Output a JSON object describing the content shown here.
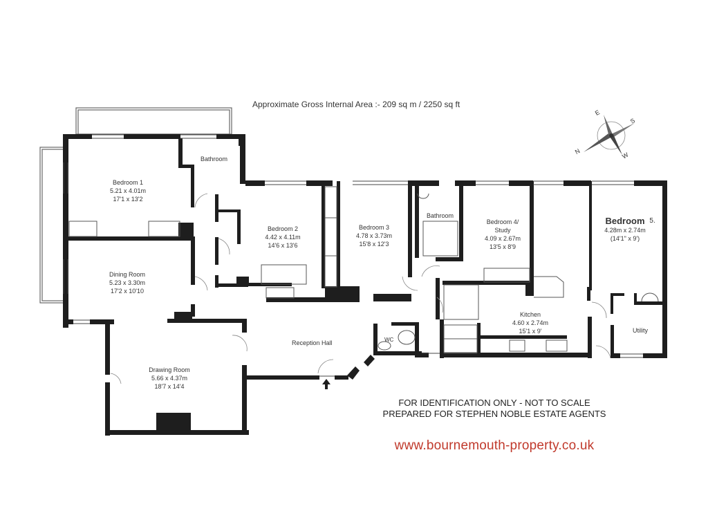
{
  "header": {
    "area_title": "Approximate Gross Internal Area :-  209 sq m / 2250 sq ft"
  },
  "compass": {
    "icon": "compass-rose-icon",
    "labels": {
      "n": "N",
      "e": "E",
      "s": "S",
      "w": "W"
    }
  },
  "rooms": [
    {
      "id": "bedroom-1",
      "name": "Bedroom 1",
      "metric": "5.21 x 4.01m",
      "imperial": "17'1 x 13'2"
    },
    {
      "id": "bathroom-1",
      "name": "Bathroom"
    },
    {
      "id": "bedroom-2",
      "name": "Bedroom 2",
      "metric": "4.42 x 4.11m",
      "imperial": "14'6 x 13'6"
    },
    {
      "id": "bedroom-3",
      "name": "Bedroom 3",
      "metric": "4.78 x 3.73m",
      "imperial": "15'8 x 12'3"
    },
    {
      "id": "bathroom-2",
      "name": "Bathroom"
    },
    {
      "id": "bedroom-4",
      "name": "Bedroom 4/",
      "name2": "Study",
      "metric": "4.09 x 2.67m",
      "imperial": "13'5 x 8'9"
    },
    {
      "id": "bedroom-5",
      "name": "Bedroom",
      "suffix": "5.",
      "metric": "4.28m x 2.74m",
      "imperial": "(14'1\" x 9')"
    },
    {
      "id": "dining-room",
      "name": "Dining Room",
      "metric": "5.23 x 3.30m",
      "imperial": "17'2 x 10'10"
    },
    {
      "id": "kitchen",
      "name": "Kitchen",
      "metric": "4.60 x 2.74m",
      "imperial": "15'1 x 9'"
    },
    {
      "id": "reception-hall",
      "name": "Reception Hall"
    },
    {
      "id": "wc",
      "name": "WC"
    },
    {
      "id": "utility",
      "name": "Utility"
    },
    {
      "id": "drawing-room",
      "name": "Drawing Room",
      "metric": "5.66 x 4.37m",
      "imperial": "18'7 x 14'4"
    }
  ],
  "footer": {
    "disclaimer_line1": "FOR IDENTIFICATION ONLY - NOT TO SCALE",
    "disclaimer_line2": "PREPARED FOR STEPHEN NOBLE ESTATE AGENTS",
    "website": "www.bournemouth-property.co.uk"
  },
  "colors": {
    "wall": "#1e1e1e",
    "website_text": "#c0392b",
    "background": "#ffffff"
  }
}
